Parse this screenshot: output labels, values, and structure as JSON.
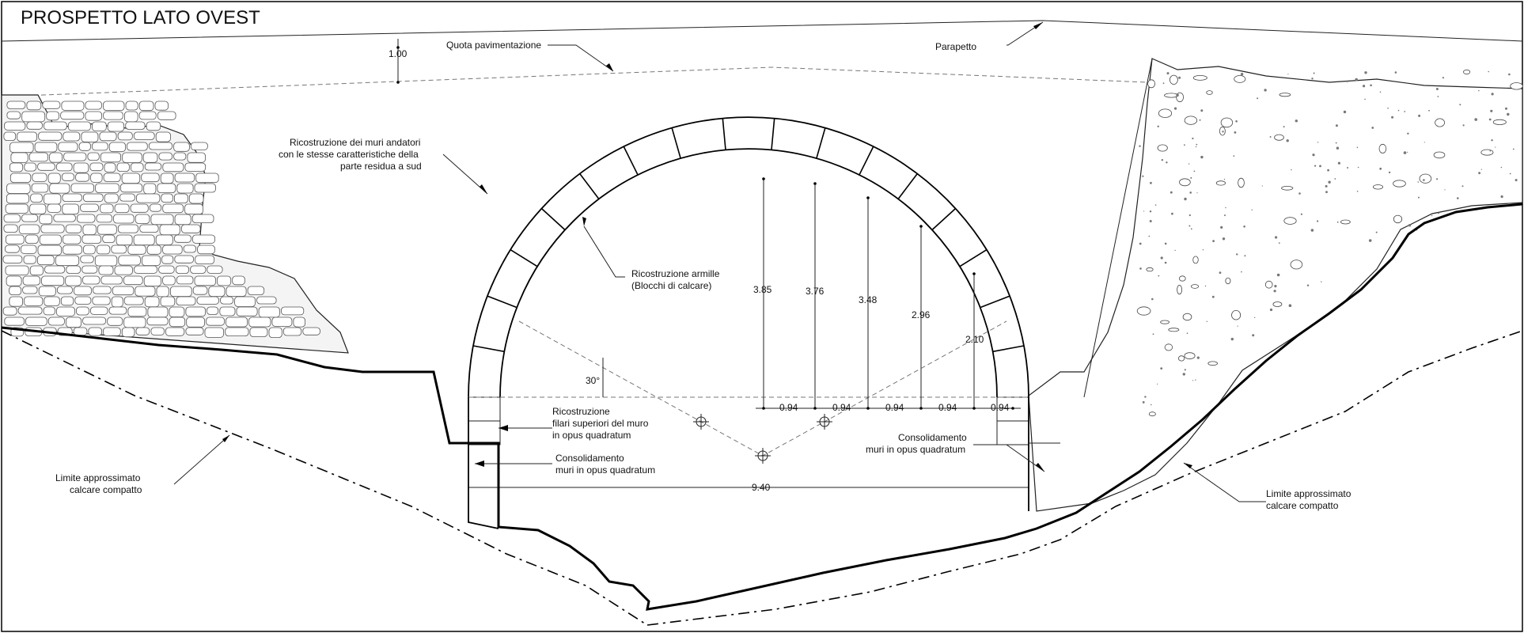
{
  "title": "PROSPETTO LATO OVEST",
  "labels": {
    "quota_pavimentazione": "Quota pavimentazione",
    "parapetto": "Parapetto",
    "height_parapetto": "1.00",
    "ricostruzione_muri": [
      "Ricostruzione dei muri andatori",
      "con le stesse caratteristiche della",
      "parte residua a sud"
    ],
    "ricostruzione_armille": [
      "Ricostruzione armille",
      "(Blocchi di calcare)"
    ],
    "ricostruzione_filari": [
      "Ricostruzione",
      "filari superiori del muro",
      "in opus quadratum"
    ],
    "consolidamento_left": [
      "Consolidamento",
      "muri in opus quadratum"
    ],
    "consolidamento_right": [
      "Consolidamento",
      "muri in opus quadratum"
    ],
    "limite_left": [
      "Limite approssimato",
      "calcare compatto"
    ],
    "limite_right": [
      "Limite approssimato",
      "calcare compatto"
    ],
    "angle": "30°"
  },
  "dimensions": {
    "heights": [
      "3.85",
      "3.76",
      "3.48",
      "2.96",
      "2.10"
    ],
    "spacings": [
      "0.94",
      "0.94",
      "0.94",
      "0.94",
      "0.94"
    ],
    "span": "9.40"
  }
}
